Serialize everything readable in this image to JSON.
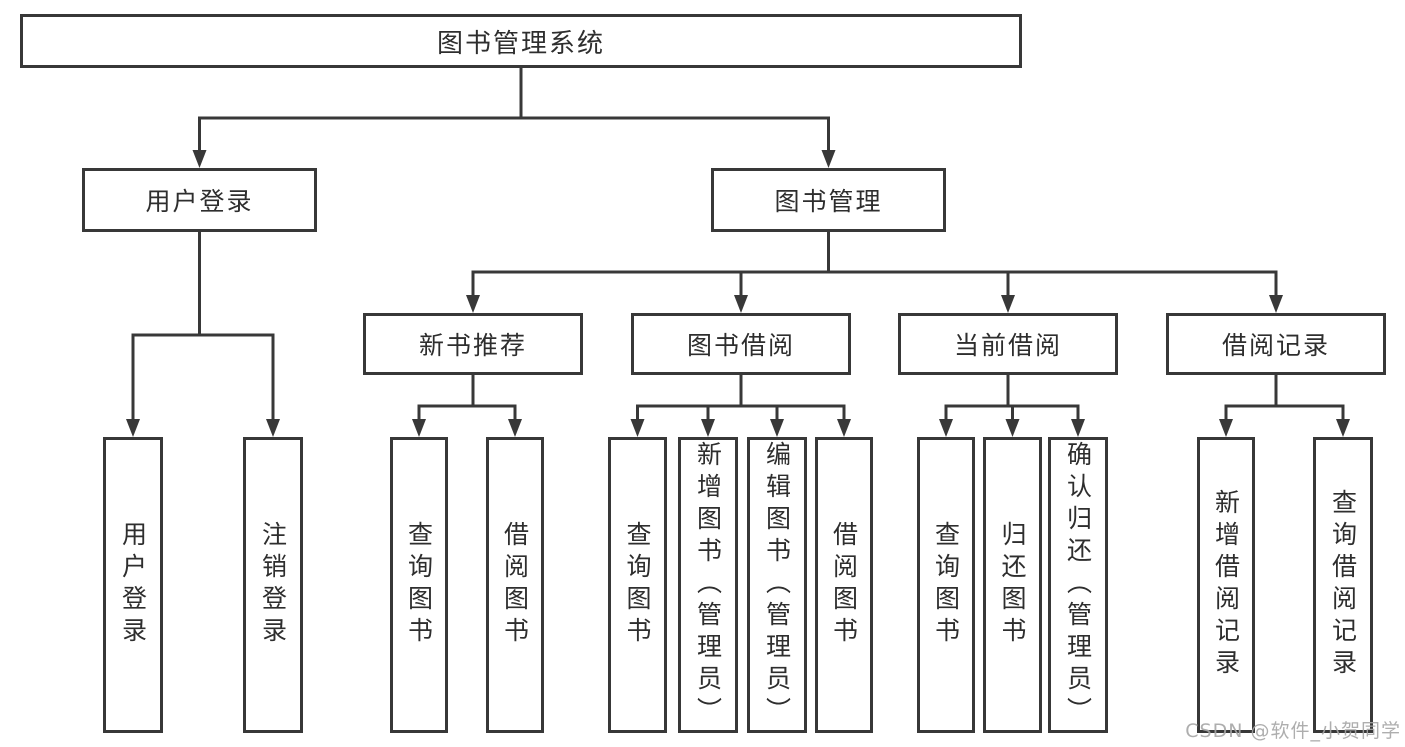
{
  "colors": {
    "line": "#383838",
    "text": "#2e2e2e",
    "box_fill": "#ffffff",
    "background": "#ffffff",
    "watermark": "#a6a6a6"
  },
  "diagram": {
    "type": "hierarchy-tree",
    "root": "图书管理系统",
    "level2": [
      "用户登录",
      "图书管理"
    ],
    "level3": [
      "新书推荐",
      "图书借阅",
      "当前借阅",
      "借阅记录"
    ],
    "leaves": [
      "用户登录",
      "注销登录",
      "查询图书",
      "借阅图书",
      "查询图书",
      "新增图书（管理员）",
      "编辑图书（管理员）",
      "借阅图书",
      "查询图书",
      "归还图书",
      "确认归还（管理员）",
      "新增借阅记录",
      "查询借阅记录"
    ],
    "structure": {
      "图书管理系统": [
        "用户登录",
        "图书管理"
      ],
      "用户登录": [
        "用户登录",
        "注销登录"
      ],
      "图书管理": [
        "新书推荐",
        "图书借阅",
        "当前借阅",
        "借阅记录"
      ],
      "新书推荐": [
        "查询图书",
        "借阅图书"
      ],
      "图书借阅": [
        "查询图书",
        "新增图书（管理员）",
        "编辑图书（管理员）",
        "借阅图书"
      ],
      "当前借阅": [
        "查询图书",
        "归还图书",
        "确认归还（管理员）"
      ],
      "借阅记录": [
        "新增借阅记录",
        "查询借阅记录"
      ]
    }
  },
  "watermark": {
    "text": "CSDN @软件_小贺同学"
  }
}
